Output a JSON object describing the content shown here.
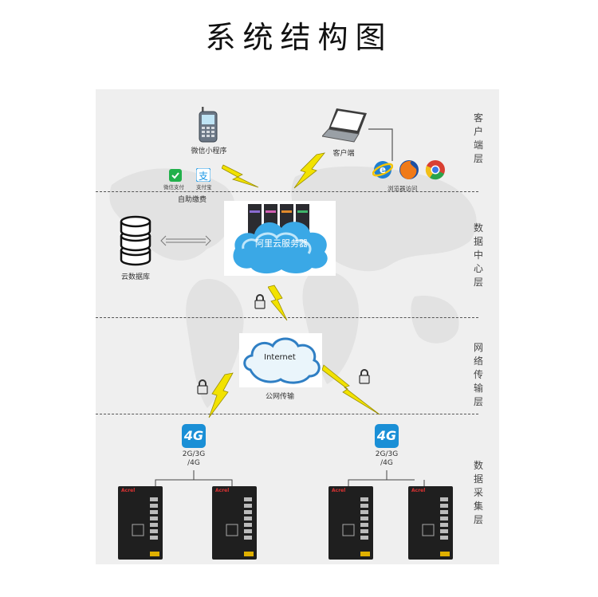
{
  "title": "系统结构图",
  "layers": [
    {
      "label": "客户端层"
    },
    {
      "label": "数据中心层"
    },
    {
      "label": "网络传输层"
    },
    {
      "label": "数据采集层"
    }
  ],
  "client": {
    "mini_program": "微信小程序",
    "pc_client": "客户端",
    "browser_access": "浏览器访问",
    "wechat_pay": "微信支付",
    "alipay": "支付宝",
    "self_service_payment": "自助缴费"
  },
  "datacenter": {
    "cloud_db": "云数据库",
    "cloud_server": "阿里云服务器"
  },
  "network": {
    "internet": "Internet",
    "public_network": "公网传输"
  },
  "collection": {
    "left_module_badge": "4G",
    "left_module_label": "2G/3G\n/4G",
    "right_module_badge": "4G",
    "right_module_label": "2G/3G\n/4G",
    "device_brand": "Acrel"
  },
  "colors": {
    "lightning": "#f2e200",
    "badge_blue": "#1a8fd6",
    "device_body": "#1f1f1f",
    "cloud_blue": "#3aa8e6"
  }
}
